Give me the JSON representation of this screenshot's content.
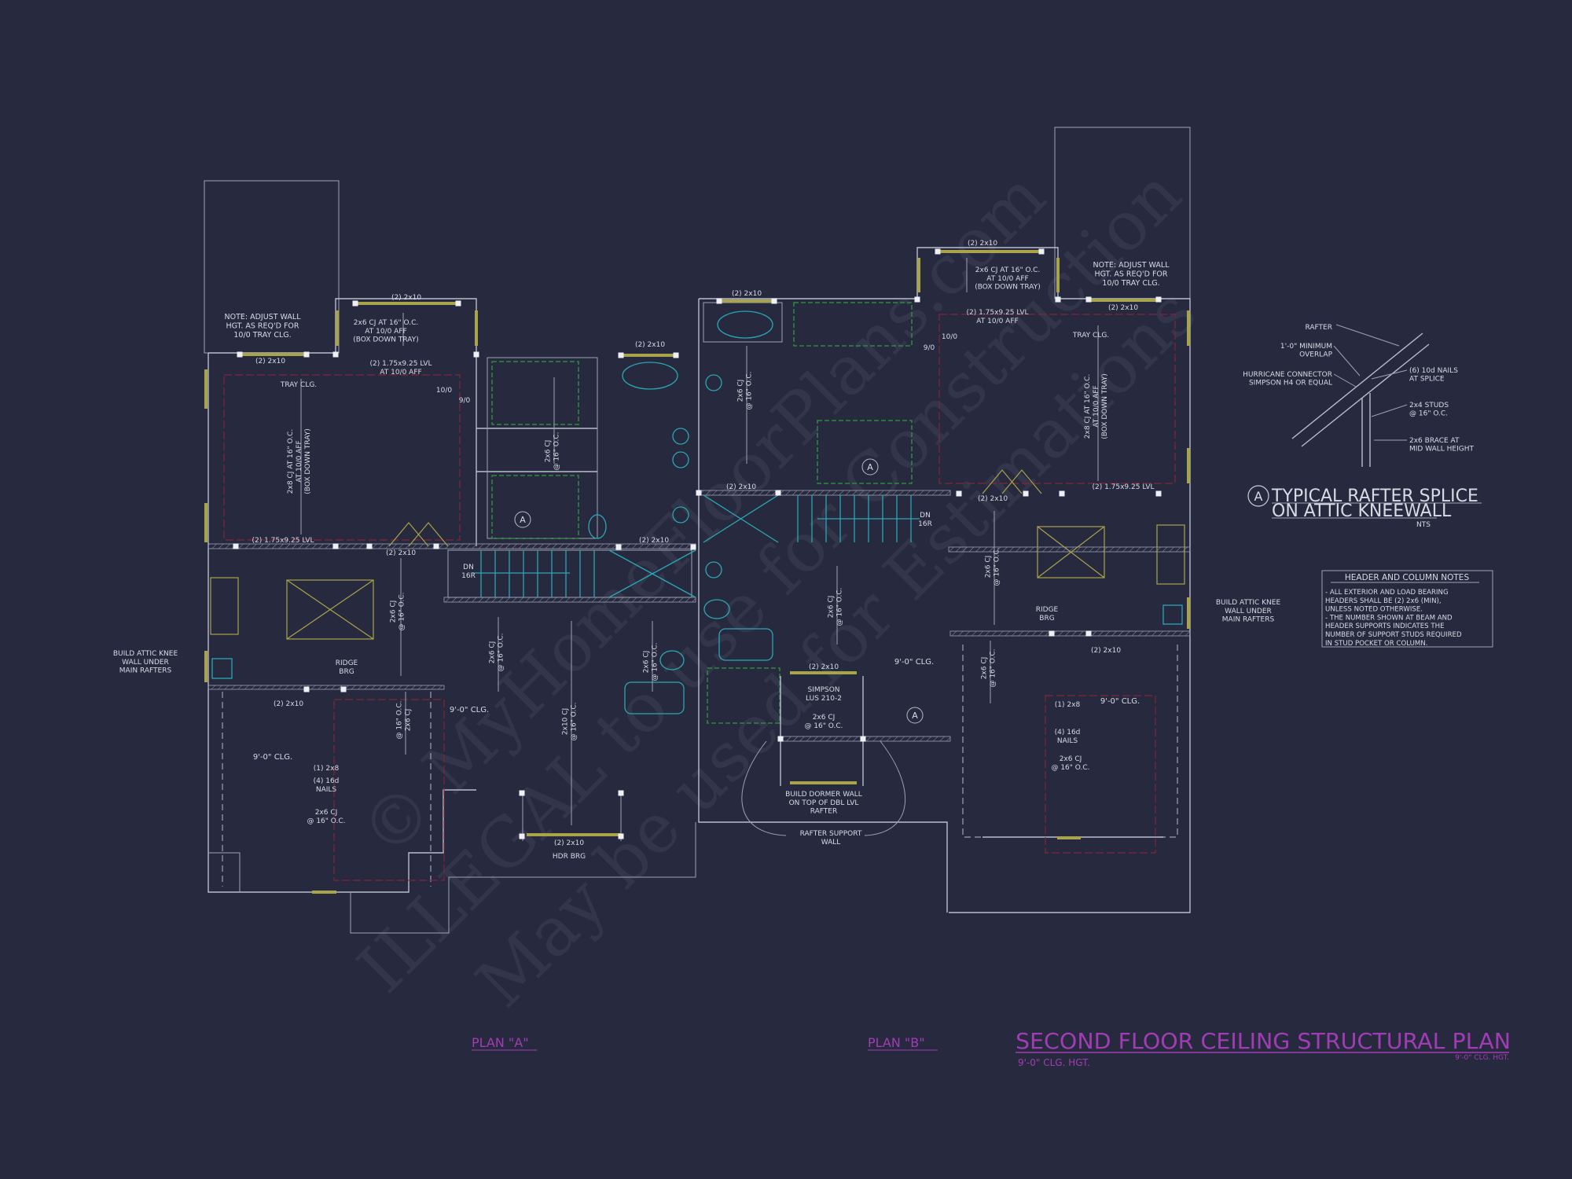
{
  "title_block": {
    "title": "SECOND FLOOR CEILING STRUCTURAL PLAN",
    "subtitle_left": "9'-0\" CLG. HGT.",
    "subtitle_right": "9'-0\" CLG. HGT.",
    "plan_a": "PLAN \"A\"",
    "plan_b": "PLAN \"B\""
  },
  "colors": {
    "background": "#272a3f",
    "linework": "#b9bccb",
    "title": "#a23cb4",
    "ceiling_text": "#3fbf3f",
    "header": "#a9a34a",
    "fixtures": "#2aa7b3"
  },
  "detail": {
    "marker": "A",
    "title_line1": "TYPICAL RAFTER SPLICE",
    "title_line2": "ON ATTIC KNEEWALL",
    "scale": "NTS",
    "callouts": {
      "rafter": [
        "RAFTER"
      ],
      "overlap": [
        "1'-0\" MINIMUM",
        "OVERLAP"
      ],
      "hurricane": [
        "HURRICANE CONNECTOR",
        "SIMPSON H4 OR EQUAL"
      ],
      "nails": [
        "(6) 10d NAILS",
        "AT SPLICE"
      ],
      "studs": [
        "2x4 STUDS",
        "@ 16\" O.C."
      ],
      "brace": [
        "2x6 BRACE AT",
        "MID WALL HEIGHT"
      ]
    }
  },
  "notes": {
    "title": "HEADER AND COLUMN NOTES",
    "lines": [
      "- ALL EXTERIOR AND LOAD BEARING",
      "HEADERS SHALL BE (2) 2x6 (MIN),",
      "UNLESS NOTED OTHERWISE.",
      "- THE NUMBER SHOWN AT BEAM AND",
      "HEADER SUPPORTS INDICATES THE",
      "NUMBER OF SUPPORT STUDS REQUIRED",
      "IN STUD POCKET OR COLUMN."
    ]
  },
  "labels": {
    "l_note": [
      "NOTE: ADJUST WALL",
      "HGT. AS REQ'D FOR",
      "10/0 TRAY CLG."
    ],
    "l_dormer_hdr": [
      "(2) 2x10"
    ],
    "l_dormer_cj": [
      "2x6 CJ AT 16\" O.C.",
      "AT 10/0 AFF",
      "(BOX DOWN TRAY)"
    ],
    "l_wall_hdr": [
      "(2) 2x10"
    ],
    "l_lvl_top": [
      "(2) 1.75x9.25 LVL",
      "AT 10/0 AFF"
    ],
    "l_tray": [
      "TRAY CLG."
    ],
    "l_100": [
      "10/0"
    ],
    "l_90": [
      "9/0"
    ],
    "l_cj_vert": [
      "2x8 CJ AT 16\" O.C.",
      "AT 10/0 AFF",
      "(BOX DOWN TRAY)"
    ],
    "l_lvl_bot": [
      "(2) 1.75x9.25 LVL"
    ],
    "l_hdr_bot": [
      "(2) 2x10"
    ],
    "l_closet_cj": [
      "2x6 CJ",
      "@ 16\" O.C."
    ],
    "c_hdr_top": [
      "(2) 2x10"
    ],
    "c_bath_hdr": [
      "(2) 2x10"
    ],
    "c_hall_hdr": [
      "(2) 2x10"
    ],
    "c_hdr_mid": [
      "(2) 2x10"
    ],
    "c_cj_top": [
      "2x6 CJ",
      "@ 16\" O.C."
    ],
    "l_dn": [
      "DN",
      "16R"
    ],
    "r_dn": [
      "DN",
      "16R"
    ],
    "r_dormer_hdr": [
      "(2) 2x10"
    ],
    "r_dormer_cj": [
      "2x6 CJ AT 16\" O.C.",
      "AT 10/0 AFF",
      "(BOX DOWN TRAY)"
    ],
    "r_note": [
      "NOTE: ADJUST WALL",
      "HGT. AS REQ'D FOR",
      "10/0 TRAY CLG."
    ],
    "r_wall_hdr": [
      "(2) 2x10"
    ],
    "r_lvl_top": [
      "(2) 1.75x9.25 LVL",
      "AT 10/0 AFF"
    ],
    "r_tray": [
      "TRAY CLG."
    ],
    "r_100": [
      "10/0"
    ],
    "r_90": [
      "9/0"
    ],
    "r_cj_vert": [
      "2x8 CJ AT 16\" O.C.",
      "AT 10/0 AFF",
      "(BOX DOWN TRAY)"
    ],
    "r_lvl_bot": [
      "(2) 1.75x9.25 LVL"
    ],
    "r_hdr_bot": [
      "(2) 2x10"
    ],
    "l_knee": [
      "BUILD ATTIC KNEE",
      "WALL UNDER",
      "MAIN RAFTERS"
    ],
    "l_ridge": [
      "RIDGE",
      "BRG"
    ],
    "l_ridge_hdr": [
      "(2) 2x10"
    ],
    "l_cj_a": [
      "2x6 CJ",
      "@ 16\" O.C."
    ],
    "l_cj_b": [
      "@ 16\" O.C.",
      "2x6 CJ"
    ],
    "l_clg": [
      "9'-0\" CLG."
    ],
    "l_2x8": [
      "(1) 2x8"
    ],
    "l_nails": [
      "(4) 16d",
      "NAILS"
    ],
    "l_cj_low": [
      "2x6 CJ",
      "@ 16\" O.C."
    ],
    "m_clg": [
      "9'-0\" CLG."
    ],
    "m_cj_a": [
      "2x6 CJ",
      "@ 16\" O.C."
    ],
    "m_cj_b": [
      "2x10 CJ",
      "@ 16\" O.C."
    ],
    "m_cj_c": [
      "2x6 CJ",
      "@ 16\" O.C."
    ],
    "m_hdr": [
      "(2) 2x10"
    ],
    "m_hdrbrg": [
      "HDR BRG"
    ],
    "c_hdr": [
      "(2) 2x10"
    ],
    "c_clg": [
      "9'-0\" CLG."
    ],
    "c_simpson": [
      "SIMPSON",
      "LUS 210-2"
    ],
    "c_cj": [
      "2x6 CJ",
      "@ 16\" O.C."
    ],
    "c_cj_v": [
      "2x6 CJ",
      "@ 16\" O.C."
    ],
    "c_dormer": [
      "BUILD DORMER WALL",
      "ON TOP OF DBL LVL",
      "RAFTER"
    ],
    "c_support": [
      "RAFTER SUPPORT",
      "WALL"
    ],
    "r_knee": [
      "BUILD ATTIC KNEE",
      "WALL UNDER",
      "MAIN RAFTERS"
    ],
    "r_ridge": [
      "RIDGE",
      "BRG"
    ],
    "r_ridge_hdr": [
      "(2) 2x10"
    ],
    "r_cj_a": [
      "2x6 CJ",
      "@ 16\" O.C."
    ],
    "r_cj_b": [
      "2x6 CJ",
      "@ 16\" O.C."
    ],
    "r_clg": [
      "9'-0\" CLG."
    ],
    "r_2x8": [
      "(1) 2x8"
    ],
    "r_nails": [
      "(4) 16d",
      "NAILS"
    ],
    "r_cj_low": [
      "2x6 CJ",
      "@ 16\" O.C."
    ]
  },
  "section_marker": "A",
  "watermark": [
    "© MyHomeFloorPlans.com",
    "ILLEGAL to use for Construction",
    "May be used for Estimations"
  ]
}
